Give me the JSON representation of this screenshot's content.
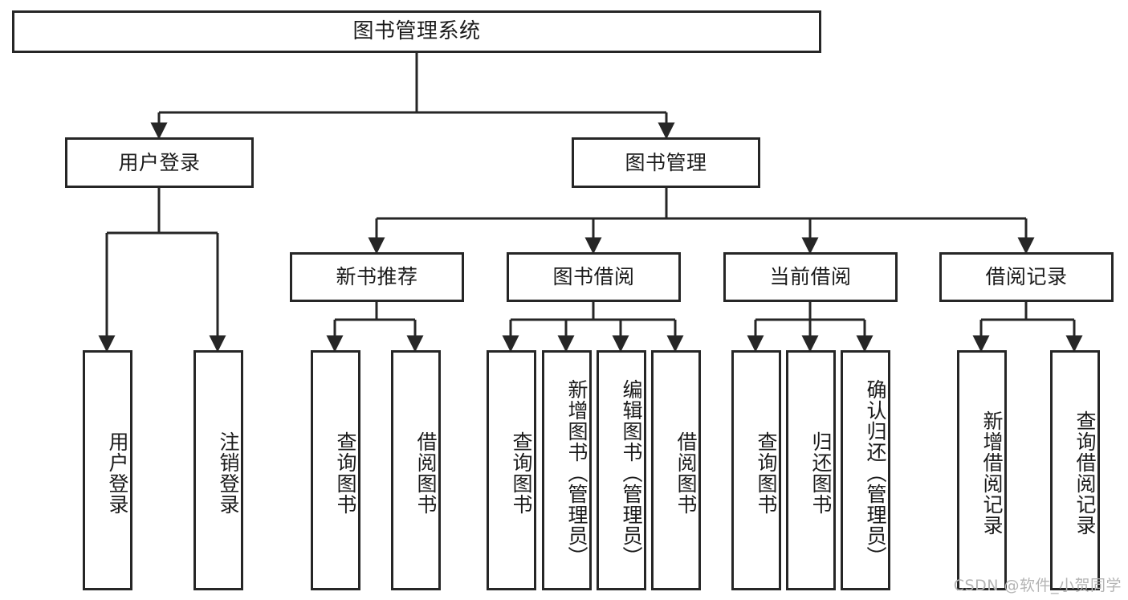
{
  "diagram": {
    "type": "tree",
    "title": "图书管理系统",
    "orientation": "top-down",
    "colors": {
      "box_border": "#262626",
      "box_fill": "#ffffff",
      "connector": "#262626",
      "text": "#1b1b1b",
      "watermark": "#b4b4b4",
      "background": "#ffffff"
    },
    "root": {
      "label": "图书管理系统"
    },
    "level1": [
      {
        "label": "用户登录"
      },
      {
        "label": "图书管理"
      }
    ],
    "level2": [
      {
        "label": "新书推荐"
      },
      {
        "label": "图书借阅"
      },
      {
        "label": "当前借阅"
      },
      {
        "label": "借阅记录"
      }
    ],
    "leaves": {
      "user_login": [
        {
          "label": "用户登录"
        },
        {
          "label": "注销登录"
        }
      ],
      "new_book_recommend": [
        {
          "label": "查询图书"
        },
        {
          "label": "借阅图书"
        }
      ],
      "book_borrow": [
        {
          "label": "查询图书"
        },
        {
          "label": "新增图书（管理员）"
        },
        {
          "label": "编辑图书（管理员）"
        },
        {
          "label": "借阅图书"
        }
      ],
      "current_borrow": [
        {
          "label": "查询图书"
        },
        {
          "label": "归还图书"
        },
        {
          "label": "确认归还（管理员）"
        }
      ],
      "borrow_record": [
        {
          "label": "新增借阅记录"
        },
        {
          "label": "查询借阅记录"
        }
      ]
    },
    "watermark": "CSDN @软件_小贺同学"
  }
}
